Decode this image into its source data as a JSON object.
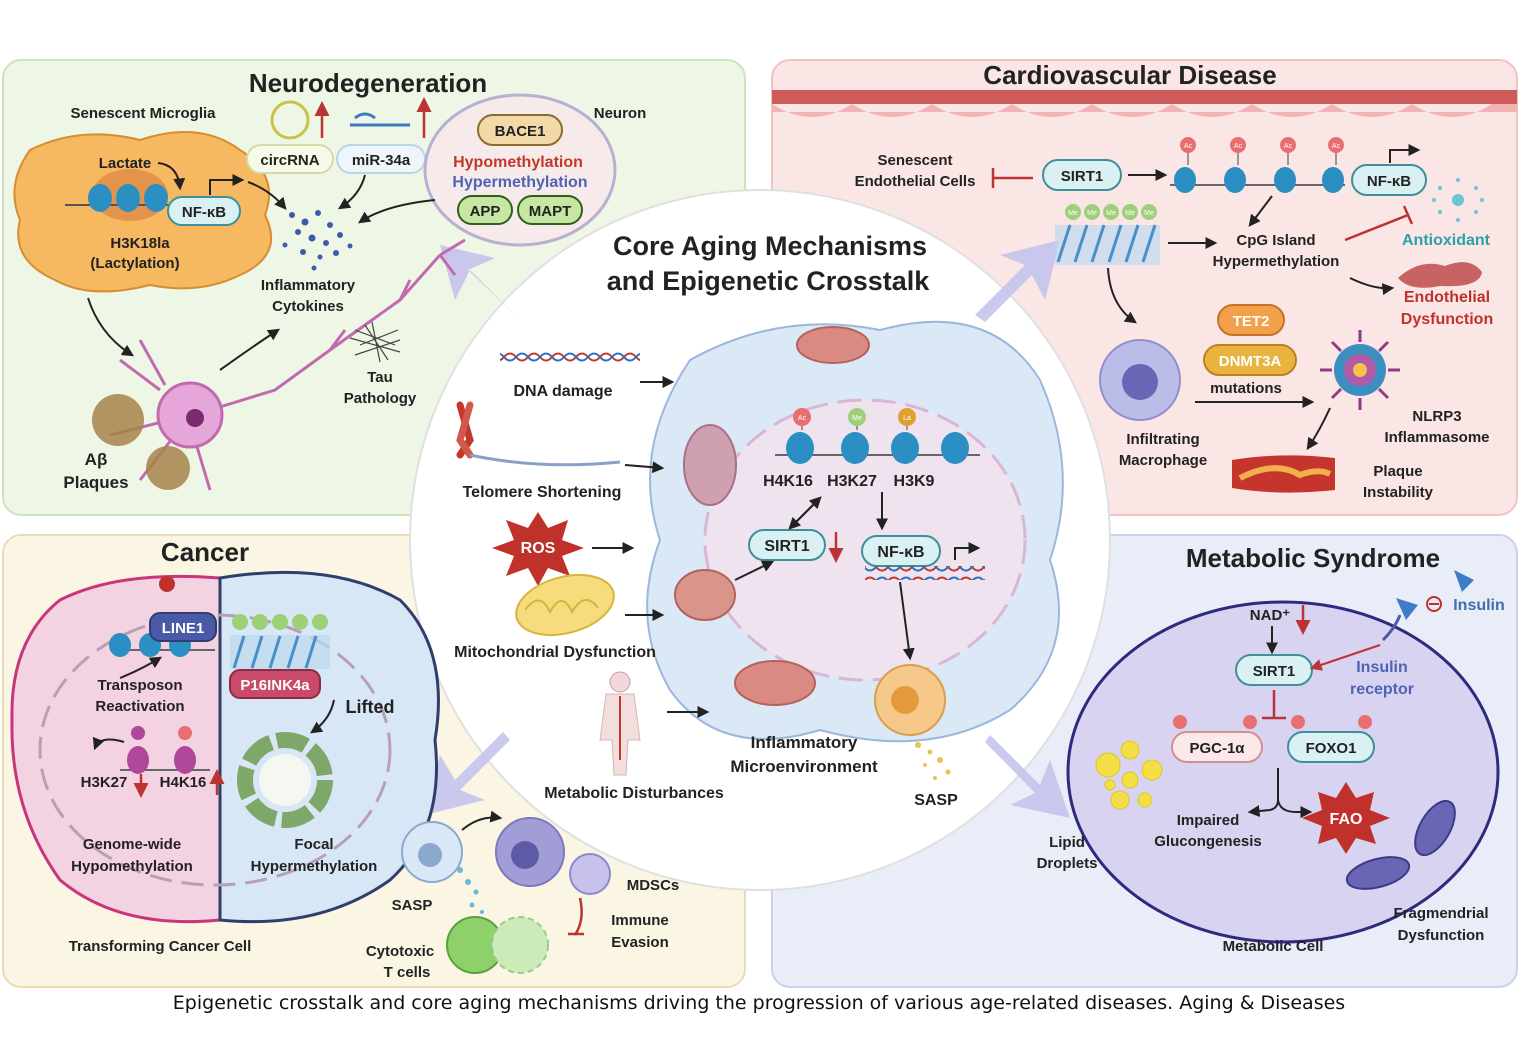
{
  "center": {
    "title_line1": "Core Aging Mechanisms",
    "title_line2": "and Epigenetic Crosstalk",
    "drivers": [
      "DNA damage",
      "Telomere Shortening",
      "ROS",
      "Mitochondrial Dysfunction",
      "Metabolic Disturbances"
    ],
    "histone_marks": [
      "H4K16",
      "H3K27",
      "H3K9"
    ],
    "mark_labels": [
      "Ac",
      "Me",
      "La"
    ],
    "sirt1": "SIRT1",
    "nfkb": "NF-κB",
    "microenv_line1": "Inflammatory",
    "microenv_line2": "Microenvironment",
    "sasp": "SASP"
  },
  "neuro": {
    "title": "Neurodegeneration",
    "senescent_microglia": "Senescent Microglia",
    "neuron": "Neuron",
    "lactate": "Lactate",
    "nfkb": "NF-κB",
    "h3k18la_line1": "H3K18la",
    "h3k18la_line2": "(Lactylation)",
    "circrna": "circRNA",
    "mir34a": "miR-34a",
    "bace1": "BACE1",
    "hypo": "Hypomethylation",
    "hyper": "Hypermethylation",
    "app": "APP",
    "mapt": "MAPT",
    "cytokines_line1": "Inflammatory",
    "cytokines_line2": "Cytokines",
    "tau_line1": "Tau",
    "tau_line2": "Pathology",
    "abeta_line1": "Aβ",
    "abeta_line2": "Plaques"
  },
  "cardio": {
    "title": "Cardiovascular Disease",
    "senescent_line1": "Senescent",
    "senescent_line2": "Endothelial Cells",
    "sirt1": "SIRT1",
    "nfkb": "NF-κB",
    "ac": "Ac",
    "me": "Me",
    "cpg_line1": "CpG Island",
    "cpg_line2": "Hypermethylation",
    "antioxidant": "Antioxidant",
    "endo_line1": "Endothelial",
    "endo_line2": "Dysfunction",
    "tet2": "TET2",
    "dnmt3a": "DNMT3A",
    "mutations": "mutations",
    "macro_line1": "Infiltrating",
    "macro_line2": "Macrophage",
    "nlrp3_line1": "NLRP3",
    "nlrp3_line2": "Inflammasome",
    "plaque_line1": "Plaque",
    "plaque_line2": "Instability"
  },
  "cancer": {
    "title": "Cancer",
    "line1": "LINE1",
    "p16": "P16INK4a",
    "lifted": "Lifted",
    "transposon_line1": "Transposon",
    "transposon_line2": "Reactivation",
    "h3k27": "H3K27",
    "h4k16": "H4K16",
    "genome_line1": "Genome-wide",
    "genome_line2": "Hypomethylation",
    "focal_line1": "Focal",
    "focal_line2": "Hypermethylation",
    "transforming": "Transforming Cancer Cell",
    "sasp": "SASP",
    "mdscs": "MDSCs",
    "immune_line1": "Immune",
    "immune_line2": "Evasion",
    "tcell_line1": "Cytotoxic",
    "tcell_line2": "T cells"
  },
  "metabolic": {
    "title": "Metabolic Syndrome",
    "nad": "NAD⁺",
    "sirt1": "SIRT1",
    "insulin": "Insulin",
    "receptor_line1": "Insulin",
    "receptor_line2": "receptor",
    "pgc": "PGC-1α",
    "foxo1": "FOXO1",
    "impaired_line1": "Impaired",
    "impaired_line2": "Glucongenesis",
    "fao": "FAO",
    "lipid_line1": "Lipid",
    "lipid_line2": "Droplets",
    "metabolic_cell": "Metabolic Cell",
    "frag_line1": "Fragmendrial",
    "frag_line2": "Dysfunction"
  },
  "caption": "Epigenetic crosstalk and core aging mechanisms driving the progression of various age-related diseases. Aging & Diseases",
  "colors": {
    "neuro_bg": "#eef6e6",
    "cardio_bg": "#fbe6e6",
    "cancer_bg": "#fbf5e3",
    "metabolic_bg": "#e9edf8",
    "arrow": "#b9b8e6",
    "pill_blue": "#d9f1f3",
    "pill_green": "#c6e7a4",
    "pill_orange": "#f2a14a",
    "pill_red": "#c94a4a"
  }
}
